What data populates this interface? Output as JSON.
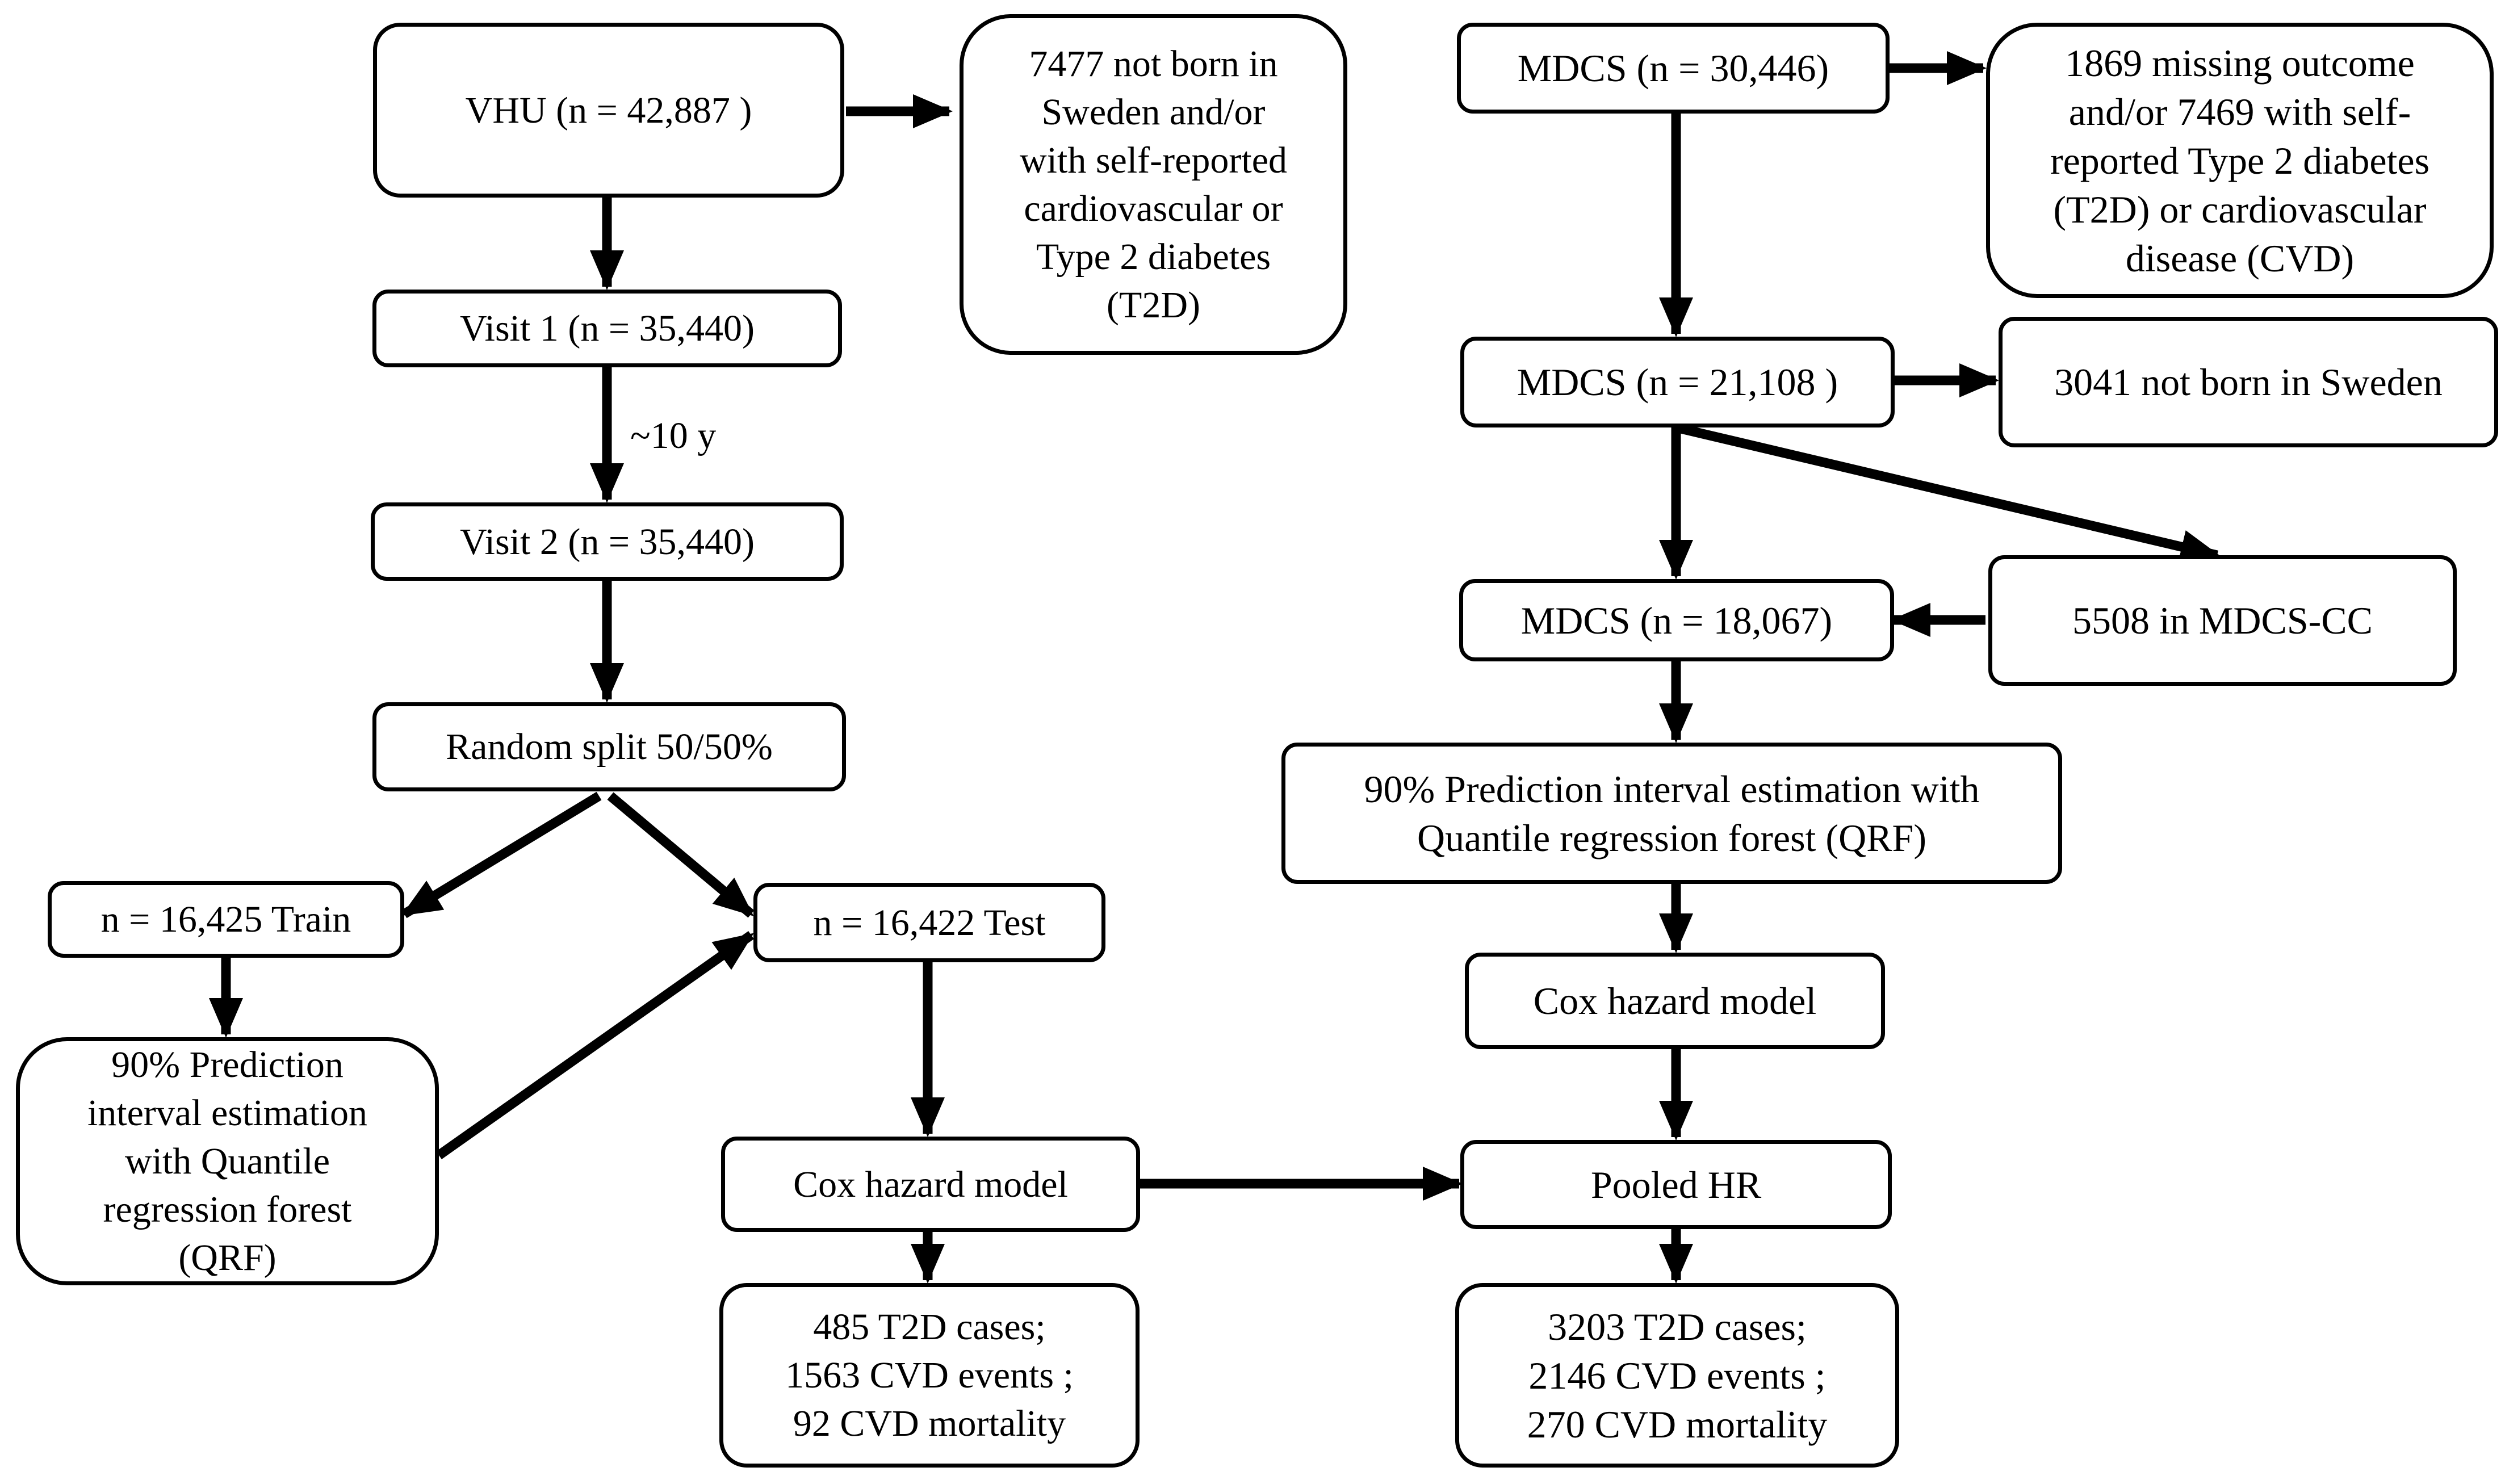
{
  "colors": {
    "stroke": "#000000",
    "background": "#ffffff"
  },
  "diagram": {
    "nodes": {
      "vhu": "VHU (n = 42,887 )",
      "vhu_excluded": "7477 not born in\nSweden and/or\nwith self-reported\ncardiovascular or\nType 2 diabetes\n(T2D)",
      "visit1": "Visit 1 (n = 35,440)",
      "visit2": "Visit 2 (n = 35,440)",
      "split": "Random split 50/50%",
      "train": "n = 16,425 Train",
      "test": "n = 16,422 Test",
      "qrf_left": "90% Prediction\ninterval estimation\nwith Quantile\nregression forest\n(QRF)",
      "cox_left": "Cox hazard model",
      "results_left": "485 T2D cases;\n1563 CVD events ;\n92 CVD mortality",
      "mdcs1": "MDCS (n = 30,446)",
      "mdcs_excluded1": "1869 missing outcome\nand/or 7469 with self-\nreported Type 2 diabetes\n(T2D) or cardiovascular\ndisease (CVD)",
      "mdcs2": "MDCS (n = 21,108 )",
      "mdcs_excluded2": "3041 not born in Sweden",
      "mdcs3": "MDCS (n = 18,067)",
      "mdcs_cc": "5508 in MDCS-CC",
      "qrf_right": "90% Prediction interval estimation with\nQuantile regression forest (QRF)",
      "cox_right": "Cox hazard model",
      "pooled": "Pooled HR",
      "results_right": "3203 T2D cases;\n2146 CVD events ;\n270 CVD mortality"
    },
    "edge_labels": {
      "interval": "~10 y"
    }
  }
}
